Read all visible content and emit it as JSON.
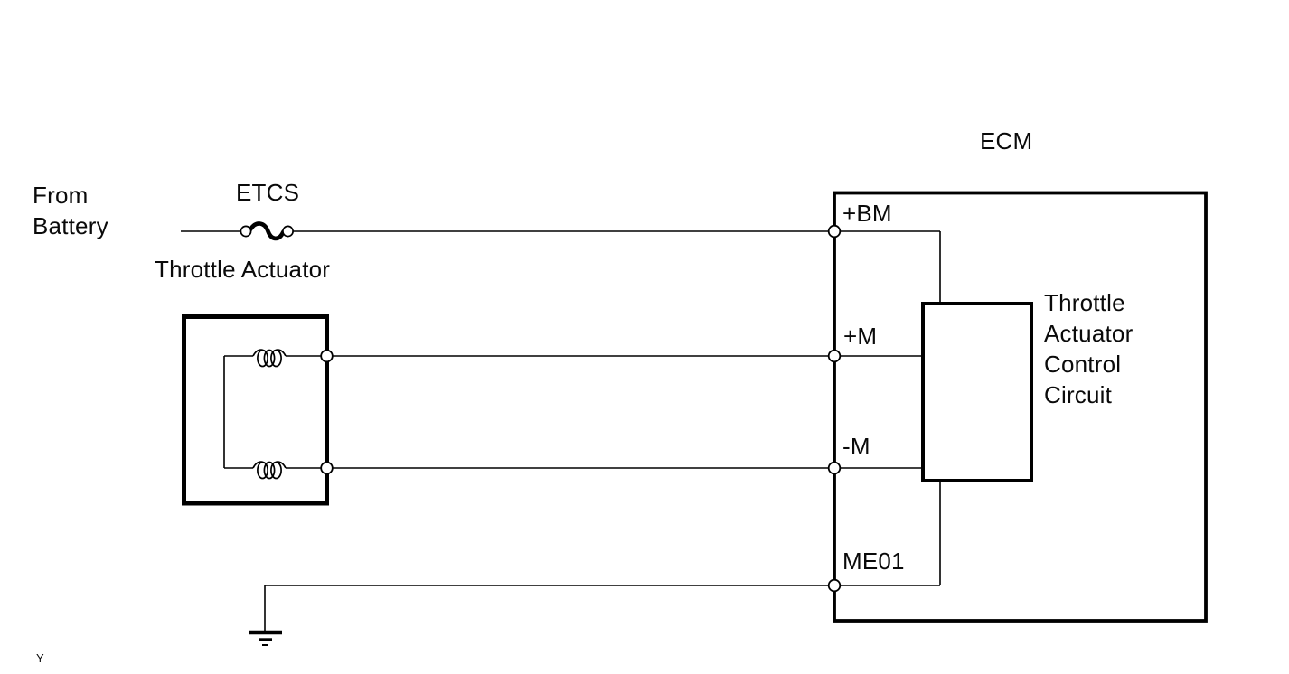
{
  "page": {
    "background": "#ffffff",
    "page_marker": "Y"
  },
  "power_source": {
    "label": "From\nBattery"
  },
  "fuse": {
    "label": "ETCS"
  },
  "throttle_actuator": {
    "label": "Throttle Actuator",
    "coil_count": 2
  },
  "ecm": {
    "label": "ECM",
    "terminals": {
      "bm": "+BM",
      "m_plus": "+M",
      "m_minus": "-M",
      "me01": "ME01"
    },
    "control_circuit_label": "Throttle\nActuator\nControl\nCircuit"
  },
  "colors": {
    "line": "#000000",
    "text": "#0a0a0a",
    "background": "#ffffff"
  }
}
